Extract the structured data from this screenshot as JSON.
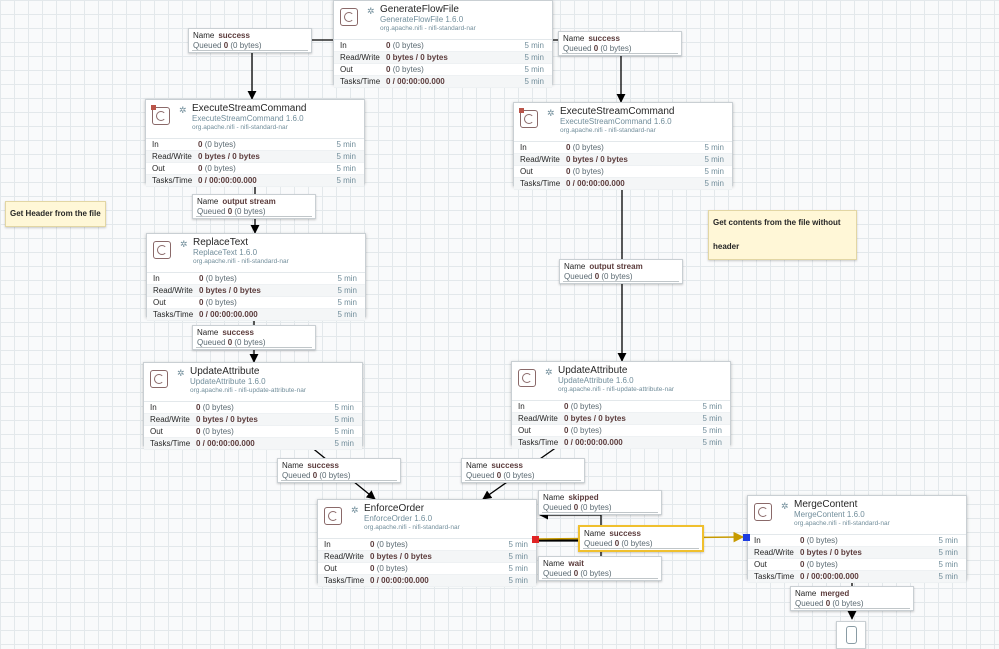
{
  "labels": [
    "Get Header from the file",
    "Get contents from the file without header"
  ],
  "row_labels": [
    "In",
    "Read/Write",
    "Out",
    "Tasks/Time"
  ],
  "processors": [
    {
      "name": "GenerateFlowFile",
      "type": "GenerateFlowFile 1.6.0",
      "bundle": "org.apache.nifi - nifi-standard-nar",
      "rows": [
        {
          "v": "0",
          "p": "(0 bytes)",
          "t": "5 min"
        },
        {
          "v": "0 bytes / 0 bytes",
          "p": "",
          "t": "5 min"
        },
        {
          "v": "0",
          "p": "(0 bytes)",
          "t": "5 min"
        },
        {
          "v": "0 / 00:00:00.000",
          "p": "",
          "t": "5 min"
        }
      ]
    },
    {
      "name": "ExecuteStreamCommand",
      "type": "ExecuteStreamCommand 1.6.0",
      "bundle": "org.apache.nifi - nifi-standard-nar",
      "rows": [
        {
          "v": "0",
          "p": "(0 bytes)",
          "t": "5 min"
        },
        {
          "v": "0 bytes / 0 bytes",
          "p": "",
          "t": "5 min"
        },
        {
          "v": "0",
          "p": "(0 bytes)",
          "t": "5 min"
        },
        {
          "v": "0 / 00:00:00.000",
          "p": "",
          "t": "5 min"
        }
      ]
    },
    {
      "name": "ExecuteStreamCommand",
      "type": "ExecuteStreamCommand 1.6.0",
      "bundle": "org.apache.nifi - nifi-standard-nar",
      "rows": [
        {
          "v": "0",
          "p": "(0 bytes)",
          "t": "5 min"
        },
        {
          "v": "0 bytes / 0 bytes",
          "p": "",
          "t": "5 min"
        },
        {
          "v": "0",
          "p": "(0 bytes)",
          "t": "5 min"
        },
        {
          "v": "0 / 00:00:00.000",
          "p": "",
          "t": "5 min"
        }
      ]
    },
    {
      "name": "ReplaceText",
      "type": "ReplaceText 1.6.0",
      "bundle": "org.apache.nifi - nifi-standard-nar",
      "rows": [
        {
          "v": "0",
          "p": "(0 bytes)",
          "t": "5 min"
        },
        {
          "v": "0 bytes / 0 bytes",
          "p": "",
          "t": "5 min"
        },
        {
          "v": "0",
          "p": "(0 bytes)",
          "t": "5 min"
        },
        {
          "v": "0 / 00:00:00.000",
          "p": "",
          "t": "5 min"
        }
      ]
    },
    {
      "name": "UpdateAttribute",
      "type": "UpdateAttribute 1.6.0",
      "bundle": "org.apache.nifi - nifi-update-attribute-nar",
      "rows": [
        {
          "v": "0",
          "p": "(0 bytes)",
          "t": "5 min"
        },
        {
          "v": "0 bytes / 0 bytes",
          "p": "",
          "t": "5 min"
        },
        {
          "v": "0",
          "p": "(0 bytes)",
          "t": "5 min"
        },
        {
          "v": "0 / 00:00:00.000",
          "p": "",
          "t": "5 min"
        }
      ]
    },
    {
      "name": "UpdateAttribute",
      "type": "UpdateAttribute 1.6.0",
      "bundle": "org.apache.nifi - nifi-update-attribute-nar",
      "rows": [
        {
          "v": "0",
          "p": "(0 bytes)",
          "t": "5 min"
        },
        {
          "v": "0 bytes / 0 bytes",
          "p": "",
          "t": "5 min"
        },
        {
          "v": "0",
          "p": "(0 bytes)",
          "t": "5 min"
        },
        {
          "v": "0 / 00:00:00.000",
          "p": "",
          "t": "5 min"
        }
      ]
    },
    {
      "name": "EnforceOrder",
      "type": "EnforceOrder 1.6.0",
      "bundle": "org.apache.nifi - nifi-standard-nar",
      "rows": [
        {
          "v": "0",
          "p": "(0 bytes)",
          "t": "5 min"
        },
        {
          "v": "0 bytes / 0 bytes",
          "p": "",
          "t": "5 min"
        },
        {
          "v": "0",
          "p": "(0 bytes)",
          "t": "5 min"
        },
        {
          "v": "0 / 00:00:00.000",
          "p": "",
          "t": "5 min"
        }
      ]
    },
    {
      "name": "MergeContent",
      "type": "MergeContent 1.6.0",
      "bundle": "org.apache.nifi - nifi-standard-nar",
      "rows": [
        {
          "v": "0",
          "p": "(0 bytes)",
          "t": "5 min"
        },
        {
          "v": "0 bytes / 0 bytes",
          "p": "",
          "t": "5 min"
        },
        {
          "v": "0",
          "p": "(0 bytes)",
          "t": "5 min"
        },
        {
          "v": "0 / 00:00:00.000",
          "p": "",
          "t": "5 min"
        }
      ]
    }
  ],
  "connections": [
    {
      "name_label": "Name",
      "name": "success",
      "queued_label": "Queued",
      "count": "0",
      "size": "(0 bytes)"
    },
    {
      "name_label": "Name",
      "name": "success",
      "queued_label": "Queued",
      "count": "0",
      "size": "(0 bytes)"
    },
    {
      "name_label": "Name",
      "name": "output stream",
      "queued_label": "Queued",
      "count": "0",
      "size": "(0 bytes)"
    },
    {
      "name_label": "Name",
      "name": "output stream",
      "queued_label": "Queued",
      "count": "0",
      "size": "(0 bytes)"
    },
    {
      "name_label": "Name",
      "name": "success",
      "queued_label": "Queued",
      "count": "0",
      "size": "(0 bytes)"
    },
    {
      "name_label": "Name",
      "name": "success",
      "queued_label": "Queued",
      "count": "0",
      "size": "(0 bytes)"
    },
    {
      "name_label": "Name",
      "name": "success",
      "queued_label": "Queued",
      "count": "0",
      "size": "(0 bytes)"
    },
    {
      "name_label": "Name",
      "name": "skipped",
      "queued_label": "Queued",
      "count": "0",
      "size": "(0 bytes)"
    },
    {
      "name_label": "Name",
      "name": "success",
      "queued_label": "Queued",
      "count": "0",
      "size": "(0 bytes)"
    },
    {
      "name_label": "Name",
      "name": "wait",
      "queued_label": "Queued",
      "count": "0",
      "size": "(0 bytes)"
    },
    {
      "name_label": "Name",
      "name": "merged",
      "queued_label": "Queued",
      "count": "0",
      "size": "(0 bytes)"
    }
  ],
  "colors": {
    "edge": "#000000",
    "selected_edge": "#f0c02e",
    "source_port": "#e02424",
    "dest_port": "#1d3de0",
    "stopped": "#ba554a"
  },
  "icons": {
    "processor": "processor-icon",
    "run_status": "run-status-icon",
    "funnel": "funnel-icon"
  }
}
